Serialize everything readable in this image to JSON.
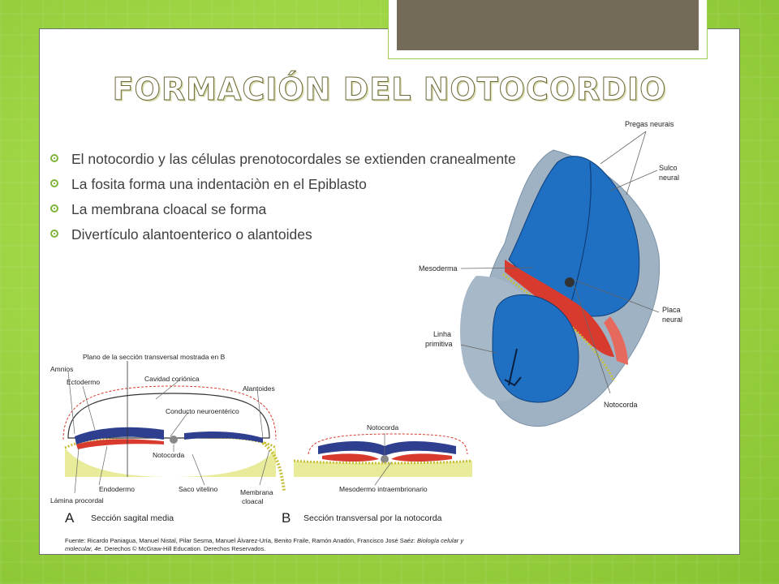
{
  "slide": {
    "title": "Formación del notocordio",
    "bullets": [
      "El notocordio y las células prenotocordales se extienden cranealmente",
      "La fosita forma una indentaciòn en el Epiblasto",
      "La membrana cloacal se forma",
      "Divertículo alantoenterico o alantoides"
    ]
  },
  "figure_right": {
    "labels": {
      "pregas": "Pregas neurais",
      "sulco_1": "Sulco",
      "sulco_2": "neural",
      "mesoderma": "Mesoderma",
      "placa_1": "Placa",
      "placa_2": "neural",
      "linha_1": "Linha",
      "linha_2": "primitiva",
      "notocorda": "Notocorda"
    }
  },
  "figure_bottom": {
    "labels": {
      "plano": "Plano de la sección transversal mostrada en B",
      "amnios": "Amnios",
      "ectodermo": "Ectodermo",
      "cavidad": "Cavidad coriónica",
      "alantoides": "Alantoides",
      "conducto": "Conducto neuroentérico",
      "notocorda_a": "Notocorda",
      "endodermo": "Endodermo",
      "saco": "Saco vitelino",
      "membrana_1": "Membrana",
      "membrana_2": "cloacal",
      "lamina": "Lámina procordal",
      "notocorda_b": "Notocorda",
      "mesodermo_b": "Mesodermo intraembrionario",
      "panel_a_letter": "A",
      "panel_a_title": "Sección sagital media",
      "panel_b_letter": "B",
      "panel_b_title": "Sección transversal por la notocorda"
    },
    "caption_prefix": "Fuente: Ricardo Paniagua, Manuel Nistal, Pilar Sesma, Manuel Álvarez-Uría, Benito Fraile, Ramón Anadón, Francisco José Saéz: ",
    "caption_book": "Biología celular y molecular, 4e.",
    "caption_suffix": " Derechos © McGraw-Hill Education. Derechos Reservados."
  },
  "colors": {
    "background_green": "#9ed645",
    "tab_brown": "#736a58",
    "bullet_green": "#7fb43a",
    "ectoderm_blue": "#2e3f8f",
    "embryo_blue": "#1f6fc2",
    "mesoderm_red": "#d83a2e",
    "yolk_yellow": "#e8eb9a"
  }
}
